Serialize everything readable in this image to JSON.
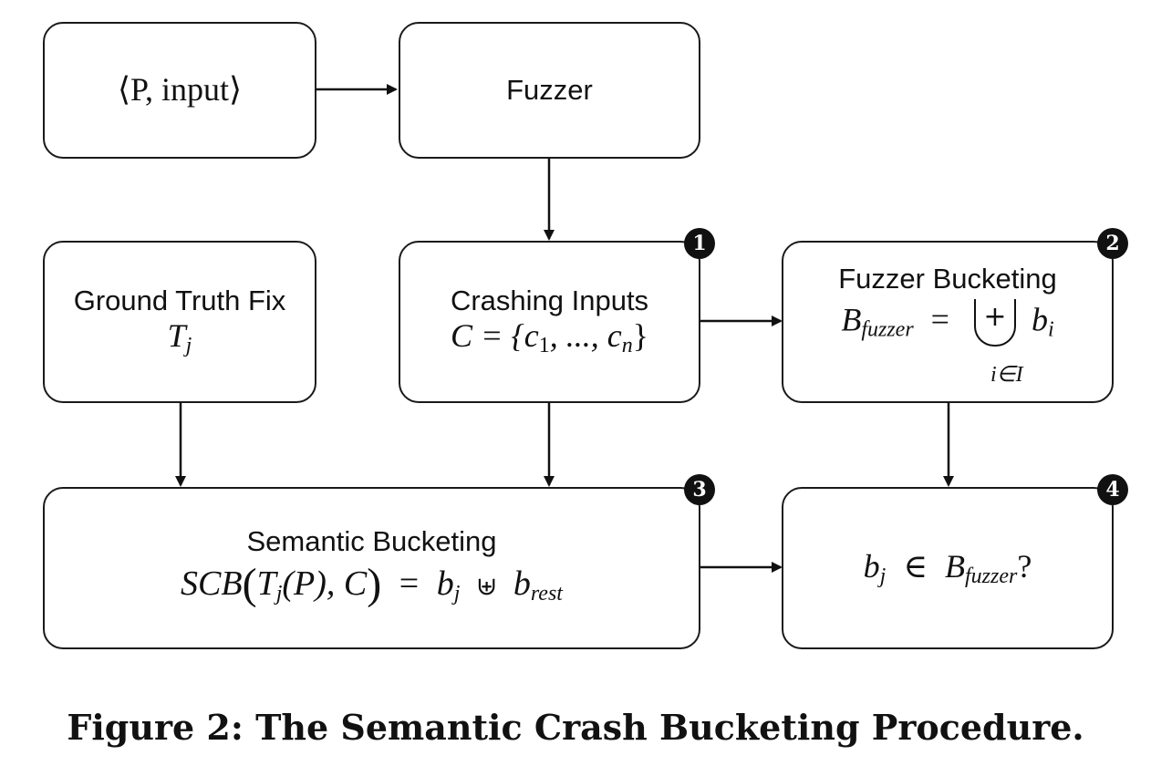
{
  "nodes": {
    "input": {
      "text": "⟨P, input⟩"
    },
    "fuzzer": {
      "label": "Fuzzer"
    },
    "ground_truth": {
      "label": "Ground Truth Fix",
      "math_var": "T",
      "math_sub": "j"
    },
    "crashing": {
      "label": "Crashing Inputs",
      "math": "C = {c",
      "sub1": "1",
      "mid": ", ..., c",
      "subn": "n",
      "end": "}",
      "badge": "1"
    },
    "fuzzer_bucketing": {
      "label": "Fuzzer Bucketing",
      "math_var": "B",
      "math_sub": "fuzzer",
      "eq": "=",
      "op": "+",
      "under": "i∈I",
      "rhs_var": "b",
      "rhs_sub": "i",
      "badge": "2"
    },
    "semantic": {
      "label": "Semantic Bucketing",
      "math_a": "SCB",
      "math_b": "T",
      "sub_j": "j",
      "math_c": "(P), C",
      "eq": "=",
      "b": "b",
      "b_sub": "j",
      "op": "⊎",
      "b2": "b",
      "b2_sub": "rest",
      "badge": "3"
    },
    "result": {
      "var": "b",
      "sub": "j",
      "in": "∈",
      "set": "B",
      "set_sub": "fuzzer",
      "q": "?",
      "badge": "4"
    }
  },
  "caption": "Figure 2: The Semantic Crash Bucketing Procedure."
}
